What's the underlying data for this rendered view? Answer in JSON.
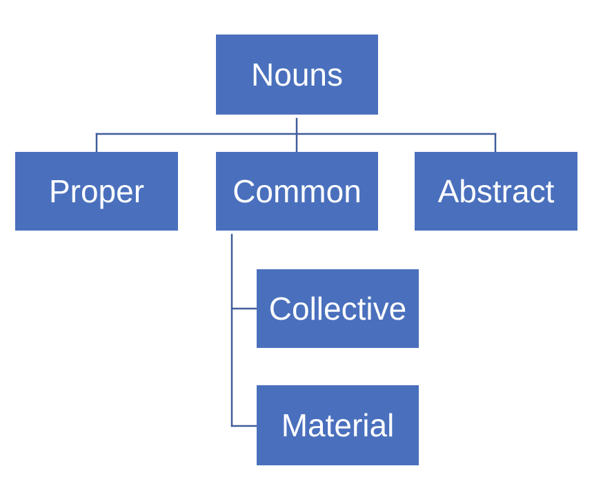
{
  "diagram": {
    "colors": {
      "node_fill": "#4a70bd",
      "node_text": "#ffffff",
      "connector": "#3f5d9a",
      "background": "#ffffff"
    },
    "root": {
      "label": "Nouns"
    },
    "children": [
      {
        "label": "Proper"
      },
      {
        "label": "Common",
        "children": [
          {
            "label": "Collective"
          },
          {
            "label": "Material"
          }
        ]
      },
      {
        "label": "Abstract"
      }
    ]
  }
}
